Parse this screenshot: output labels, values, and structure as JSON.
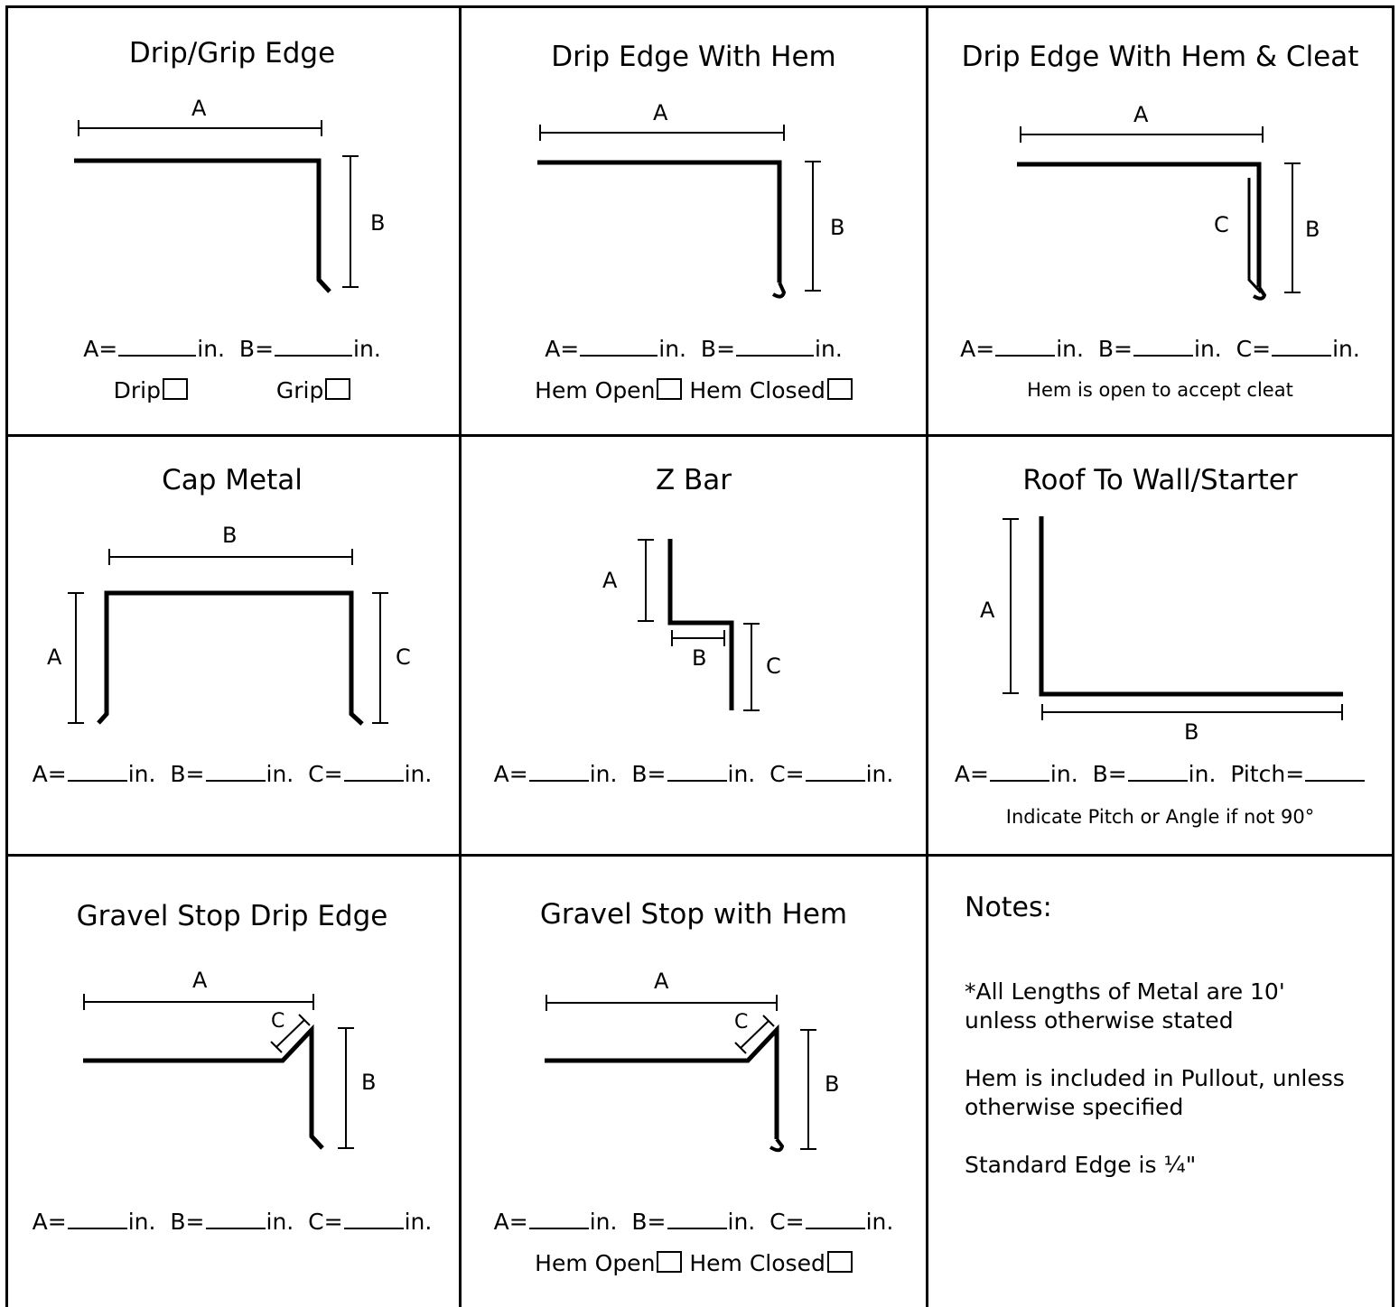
{
  "cells": {
    "drip_grip": {
      "title": "Drip/Grip Edge",
      "labels": {
        "a": "A",
        "b": "B"
      },
      "fields": {
        "a": "A=",
        "b": "B=",
        "unit": "in."
      },
      "options": {
        "drip": "Drip",
        "grip": "Grip"
      }
    },
    "drip_hem": {
      "title": "Drip Edge With Hem",
      "labels": {
        "a": "A",
        "b": "B"
      },
      "fields": {
        "a": "A=",
        "b": "B=",
        "unit": "in."
      },
      "options": {
        "open": "Hem Open",
        "closed": "Hem Closed"
      }
    },
    "drip_hem_cleat": {
      "title": "Drip Edge With Hem & Cleat",
      "labels": {
        "a": "A",
        "b": "B",
        "c": "C"
      },
      "fields": {
        "a": "A=",
        "b": "B=",
        "c": "C=",
        "unit": "in."
      },
      "note": "Hem is open to accept cleat"
    },
    "cap_metal": {
      "title": "Cap Metal",
      "labels": {
        "a": "A",
        "b": "B",
        "c": "C"
      },
      "fields": {
        "a": "A=",
        "b": "B=",
        "c": "C=",
        "unit": "in."
      }
    },
    "z_bar": {
      "title": "Z Bar",
      "labels": {
        "a": "A",
        "b": "B",
        "c": "C"
      },
      "fields": {
        "a": "A=",
        "b": "B=",
        "c": "C=",
        "unit": "in."
      }
    },
    "roof_wall": {
      "title": "Roof To Wall/Starter",
      "labels": {
        "a": "A",
        "b": "B"
      },
      "fields": {
        "a": "A=",
        "b": "B=",
        "pitch": "Pitch=",
        "unit": "in."
      },
      "note": "Indicate Pitch or Angle if not 90°"
    },
    "gravel_stop": {
      "title": "Gravel Stop Drip Edge",
      "labels": {
        "a": "A",
        "b": "B",
        "c": "C"
      },
      "fields": {
        "a": "A=",
        "b": "B=",
        "c": "C=",
        "unit": "in."
      }
    },
    "gravel_hem": {
      "title": "Gravel Stop with Hem",
      "labels": {
        "a": "A",
        "b": "B",
        "c": "C"
      },
      "fields": {
        "a": "A=",
        "b": "B=",
        "c": "C=",
        "unit": "in."
      },
      "options": {
        "open": "Hem Open",
        "closed": "Hem Closed"
      }
    }
  },
  "notes": {
    "heading": "Notes:",
    "items": [
      "*All Lengths of Metal are 10' unless otherwise stated",
      "Hem is included in Pullout, unless otherwise specified",
      "Standard Edge is ¼\""
    ]
  }
}
